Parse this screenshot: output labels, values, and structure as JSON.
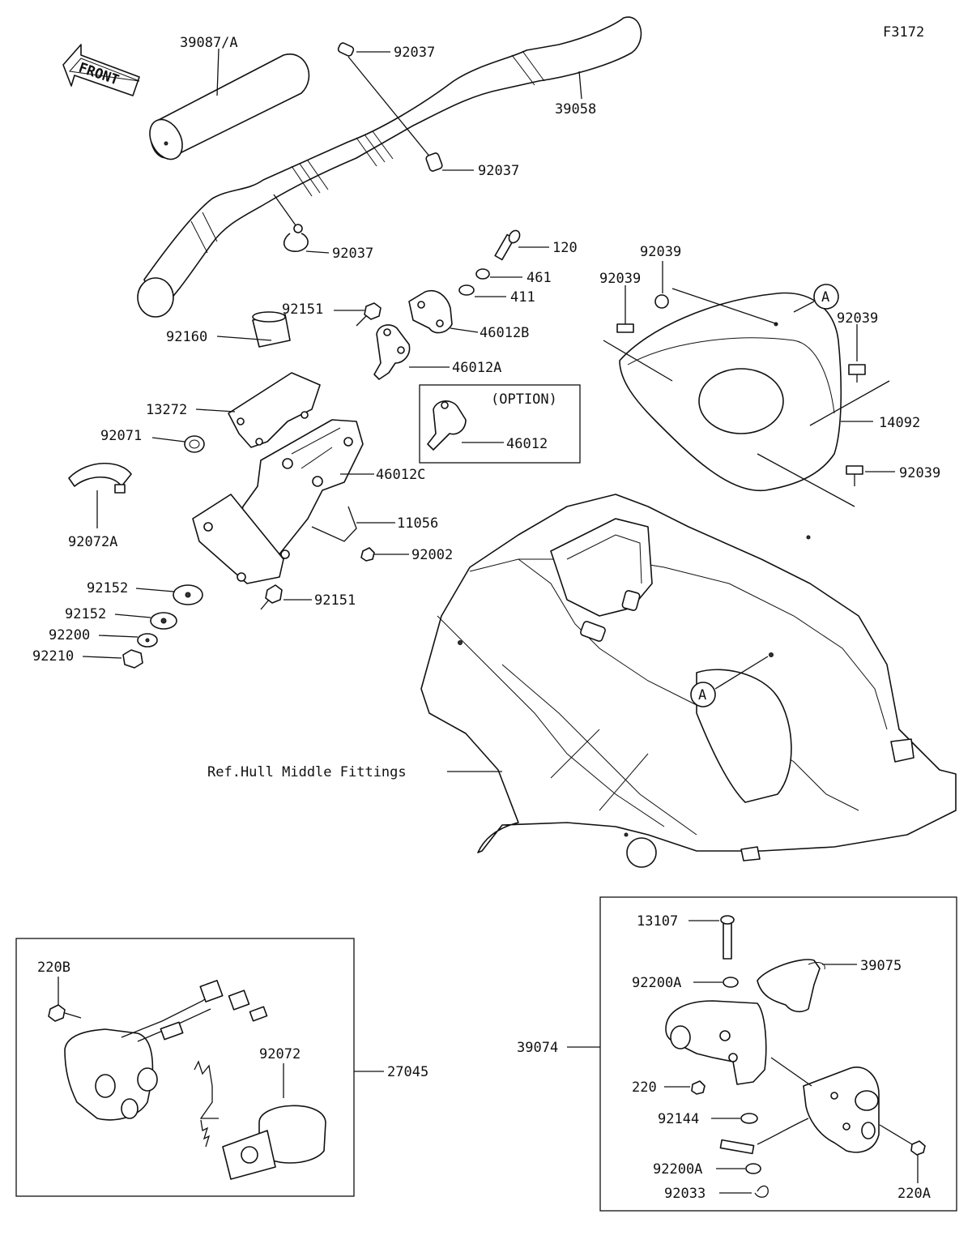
{
  "figure_code": "F3172",
  "front_label": "FRONT",
  "option_label": "(OPTION)",
  "ref_label": "Ref.Hull Middle Fittings",
  "ref_marker": "A",
  "parts": {
    "p39087A": "39087/A",
    "p92037a": "92037",
    "p92037b": "92037",
    "p92037c": "92037",
    "p39058": "39058",
    "p120": "120",
    "p461": "461",
    "p411": "411",
    "p46012B": "46012B",
    "p46012A": "46012A",
    "p46012": "46012",
    "p46012C": "46012C",
    "p92151a": "92151",
    "p92151b": "92151",
    "p92160": "92160",
    "p13272": "13272",
    "p92071": "92071",
    "p92072A": "92072A",
    "p11056": "11056",
    "p92002": "92002",
    "p92152a": "92152",
    "p92152b": "92152",
    "p92200": "92200",
    "p92210": "92210",
    "p92039a": "92039",
    "p92039b": "92039",
    "p92039c": "92039",
    "p92039d": "92039",
    "p14092": "14092",
    "p220B": "220B",
    "p92072": "92072",
    "p27045": "27045",
    "p13107": "13107",
    "p39075": "39075",
    "p92200Aa": "92200A",
    "p39074": "39074",
    "p220": "220",
    "p92144": "92144",
    "p92200Ab": "92200A",
    "p92033": "92033",
    "p220A": "220A"
  }
}
